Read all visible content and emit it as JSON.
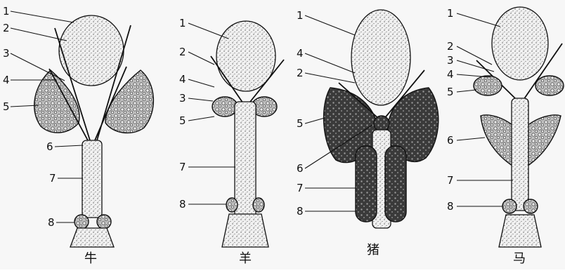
{
  "figure": {
    "specimens": [
      {
        "name": "牛",
        "numbers": [
          "1",
          "2",
          "3",
          "4",
          "5",
          "6",
          "7",
          "8"
        ]
      },
      {
        "name": "羊",
        "numbers": [
          "1",
          "2",
          "4",
          "3",
          "5",
          "7",
          "8"
        ]
      },
      {
        "name": "猪",
        "numbers": [
          "1",
          "4",
          "2",
          "5",
          "6",
          "7",
          "8"
        ]
      },
      {
        "name": "马",
        "numbers": [
          "1",
          "2",
          "3",
          "4",
          "5",
          "6",
          "7",
          "8"
        ]
      }
    ]
  }
}
